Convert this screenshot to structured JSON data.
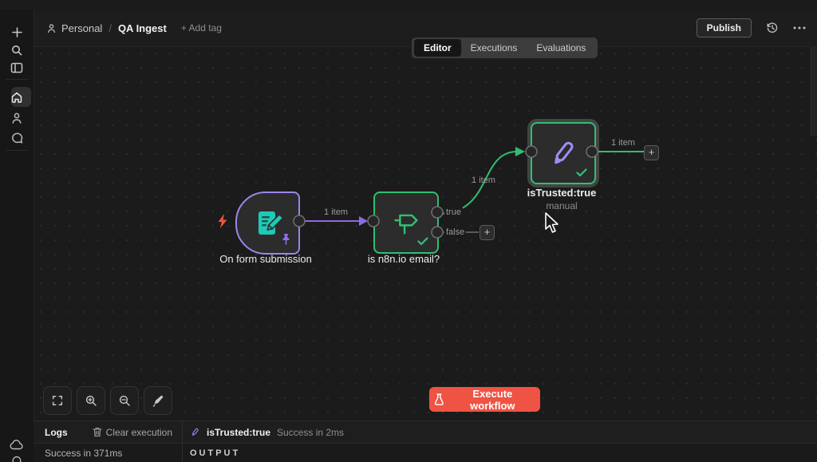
{
  "header": {
    "breadcrumb": {
      "project": "Personal",
      "separator": "/",
      "workflow": "QA Ingest"
    },
    "add_tag_label": "+ Add tag",
    "publish_label": "Publish"
  },
  "tabs": {
    "items": [
      {
        "label": "Editor",
        "active": true
      },
      {
        "label": "Executions",
        "active": false
      },
      {
        "label": "Evaluations",
        "active": false
      }
    ]
  },
  "canvas": {
    "nodes": [
      {
        "name": "On form submission",
        "type": "form-trigger",
        "pinned": true
      },
      {
        "name": "is n8n.io email?",
        "type": "if",
        "status": "success"
      },
      {
        "name": "isTrusted:true",
        "subtitle": "manual",
        "type": "edit-fields",
        "status": "success",
        "selected": true
      }
    ],
    "outputs": {
      "true_label": "true",
      "false_label": "false"
    },
    "connections": [
      {
        "from": "On form submission",
        "to": "is n8n.io email?",
        "label": "1 item",
        "color": "#8f6ae0"
      },
      {
        "from": "is n8n.io email? (true)",
        "to": "isTrusted:true",
        "label": "1 item",
        "color": "#2fbf71"
      },
      {
        "from": "isTrusted:true",
        "to": "+",
        "label": "1 item",
        "color": "#2fbf71"
      }
    ],
    "plus_label": "+"
  },
  "controls": {
    "execute_label": "Execute workflow"
  },
  "logs": {
    "title": "Logs",
    "clear_label": "Clear execution",
    "entry": {
      "node": "isTrusted:true",
      "status": "Success in 2ms"
    },
    "run_status": "Success in 371ms",
    "output_label": "OUTPUT"
  },
  "colors": {
    "accent_purple": "#8f6ae0",
    "accent_green": "#2fbf71",
    "accent_teal": "#1fc9b5",
    "execute_red": "#ef5343",
    "bolt_orange": "#f0543c"
  }
}
